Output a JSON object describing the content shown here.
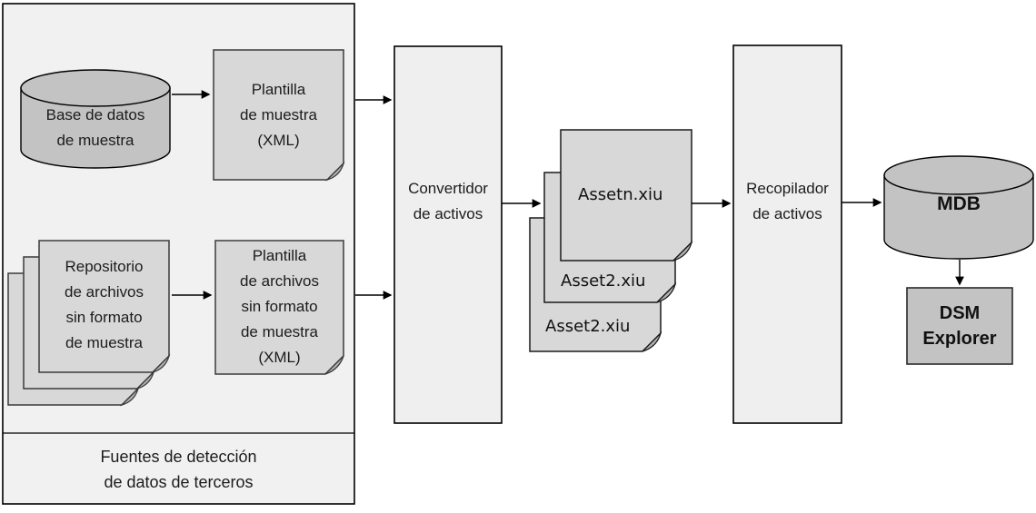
{
  "diagram": {
    "type": "flow-diagram",
    "colors": {
      "page_background": "#ffffff",
      "container_fill": "#f1f1f1",
      "process_box_fill": "#efefef",
      "document_fill": "#d8d8d8",
      "database_fill": "#c3c3c3",
      "fold_fill": "#b3b3b3",
      "stroke": "#000000",
      "text": "#1c1c1c"
    },
    "labels": {
      "sources_container": "Fuentes de detección\nde datos de terceros",
      "sample_database": "Base de datos\nde muestra",
      "sample_template": "Plantilla\nde muestra\n(XML)",
      "flat_file_repository": "Repositorio\nde archivos\nsin formato\nde muestra",
      "flat_file_template": "Plantilla\nde archivos\nsin formato\nde muestra\n(XML)",
      "asset_converter": "Convertidor\nde activos",
      "asset_file_front": "Assetn.xiu",
      "asset_file_middle": "Asset2.xiu",
      "asset_file_back": "Asset2.xiu",
      "asset_collector": "Recopilador\nde activos",
      "mdb": "MDB",
      "dsm_explorer": "DSM\nExplorer"
    }
  }
}
